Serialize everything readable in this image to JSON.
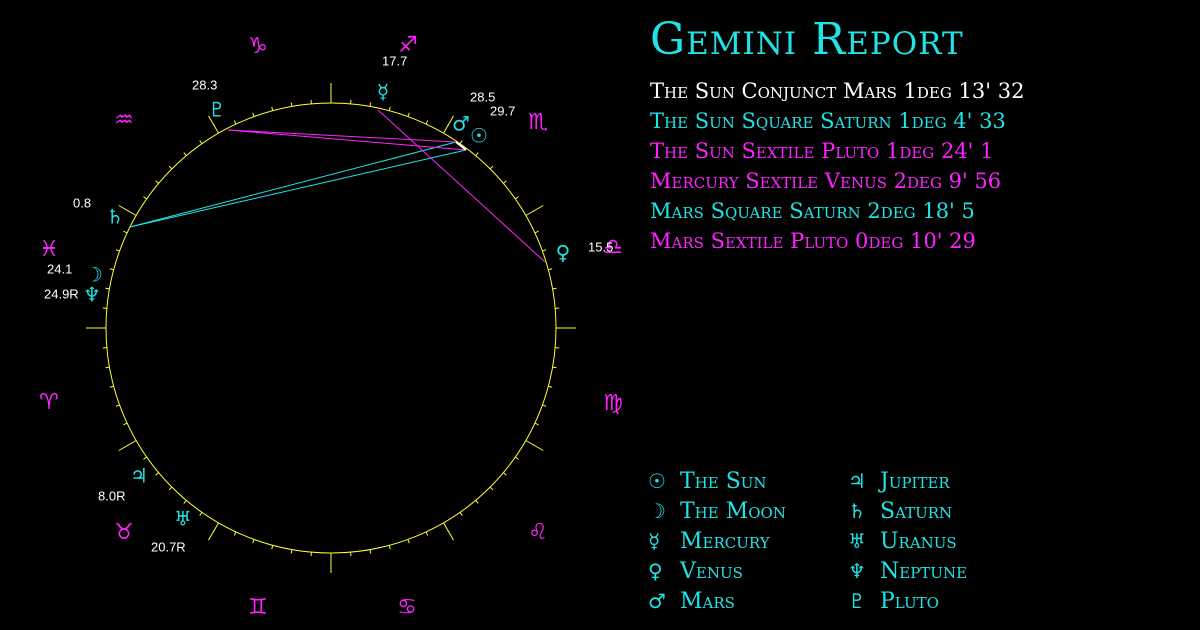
{
  "colors": {
    "background": "#000000",
    "wheel": "#ffff33",
    "planet": "#1fe4e6",
    "sign": "#ff22ff",
    "aspect_white": "#ffffff",
    "aspect_square": "#1fe4e6",
    "aspect_sextile": "#ff22ff"
  },
  "report": {
    "title": "Gemini Report",
    "aspects": [
      {
        "text": "The Sun Conjunct Mars 1deg 13' 32",
        "kind": "conjunct"
      },
      {
        "text": "The Sun Square Saturn 1deg 4' 33",
        "kind": "square"
      },
      {
        "text": "The Sun Sextile Pluto 1deg 24' 1",
        "kind": "sextile"
      },
      {
        "text": "Mercury Sextile Venus 2deg 9' 56",
        "kind": "sextile"
      },
      {
        "text": "Mars Square Saturn 2deg 18' 5",
        "kind": "square"
      },
      {
        "text": "Mars Sextile Pluto 0deg 10' 29",
        "kind": "sextile"
      }
    ]
  },
  "legend": {
    "items": [
      {
        "glyph": "☉",
        "label": "The Sun"
      },
      {
        "glyph": "♃",
        "label": "Jupiter"
      },
      {
        "glyph": "☽",
        "label": "The Moon"
      },
      {
        "glyph": "♄",
        "label": "Saturn"
      },
      {
        "glyph": "☿",
        "label": "Mercury"
      },
      {
        "glyph": "♅",
        "label": "Uranus"
      },
      {
        "glyph": "♀",
        "label": "Venus"
      },
      {
        "glyph": "♆",
        "label": "Neptune"
      },
      {
        "glyph": "♂",
        "label": "Mars"
      },
      {
        "glyph": "♇",
        "label": "Pluto"
      }
    ]
  },
  "wheel": {
    "signs": [
      {
        "name": "capricorn",
        "glyph": "♑"
      },
      {
        "name": "sagittarius",
        "glyph": "♐"
      },
      {
        "name": "scorpio",
        "glyph": "♏"
      },
      {
        "name": "libra",
        "glyph": "♎"
      },
      {
        "name": "virgo",
        "glyph": "♍"
      },
      {
        "name": "leo",
        "glyph": "♌"
      },
      {
        "name": "cancer",
        "glyph": "♋"
      },
      {
        "name": "gemini",
        "glyph": "♊"
      },
      {
        "name": "taurus",
        "glyph": "♉"
      },
      {
        "name": "aries",
        "glyph": "♈"
      },
      {
        "name": "pisces",
        "glyph": "♓"
      },
      {
        "name": "aquarius",
        "glyph": "♒"
      }
    ],
    "planets": [
      {
        "name": "sun",
        "glyph": "☉",
        "degree": "29.7"
      },
      {
        "name": "mars",
        "glyph": "♂",
        "degree": "28.5"
      },
      {
        "name": "mercury",
        "glyph": "☿",
        "degree": "17.7"
      },
      {
        "name": "venus",
        "glyph": "♀",
        "degree": "15.5"
      },
      {
        "name": "pluto",
        "glyph": "♇",
        "degree": "28.3"
      },
      {
        "name": "saturn",
        "glyph": "♄",
        "degree": "0.8"
      },
      {
        "name": "moon",
        "glyph": "☽",
        "degree": "24.1"
      },
      {
        "name": "neptune",
        "glyph": "♆",
        "degree": "24.9R"
      },
      {
        "name": "jupiter",
        "glyph": "♃",
        "degree": "8.0R"
      },
      {
        "name": "uranus",
        "glyph": "♅",
        "degree": "20.7R"
      }
    ],
    "aspect_lines": [
      {
        "from": "sun",
        "to": "saturn",
        "kind": "square"
      },
      {
        "from": "mars",
        "to": "saturn",
        "kind": "square"
      },
      {
        "from": "sun",
        "to": "pluto",
        "kind": "sextile"
      },
      {
        "from": "mars",
        "to": "pluto",
        "kind": "sextile"
      },
      {
        "from": "mercury",
        "to": "venus",
        "kind": "sextile"
      },
      {
        "from": "sun",
        "to": "mars",
        "kind": "conjunct"
      }
    ]
  }
}
